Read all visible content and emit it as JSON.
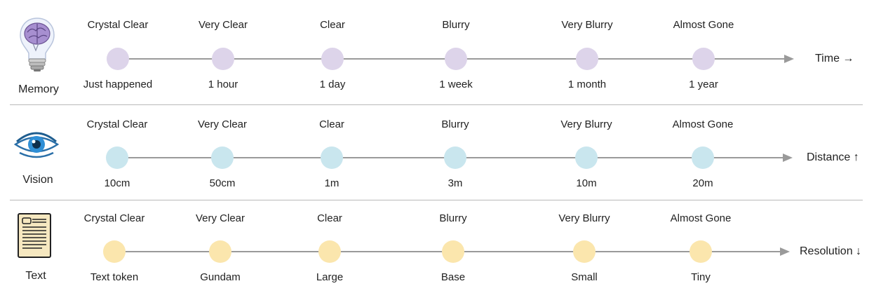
{
  "rows": [
    {
      "name": "Memory",
      "icon": "lightbulb-brain-icon",
      "dot_color": "#ddd4ea",
      "axis_title": "Time →",
      "top_labels": [
        "Crystal Clear",
        "Very Clear",
        "Clear",
        "Blurry",
        "Very Blurry",
        "Almost Gone"
      ],
      "bottom_labels": [
        "Just happened",
        "1 hour",
        "1 day",
        "1 week",
        "1 month",
        "1 year"
      ]
    },
    {
      "name": "Vision",
      "icon": "eye-icon",
      "dot_color": "#c9e6ee",
      "axis_title": "Distance ↑",
      "top_labels": [
        "Crystal Clear",
        "Very Clear",
        "Clear",
        "Blurry",
        "Very Blurry",
        "Almost Gone"
      ],
      "bottom_labels": [
        "10cm",
        "50cm",
        "1m",
        "3m",
        "10m",
        "20m"
      ]
    },
    {
      "name": "Text",
      "icon": "document-icon",
      "dot_color": "#fbe6ad",
      "axis_title": "Resolution ↓",
      "top_labels": [
        "Crystal Clear",
        "Very Clear",
        "Clear",
        "Blurry",
        "Very Blurry",
        "Almost Gone"
      ],
      "bottom_labels": [
        "Text token",
        "Gundam",
        "Large",
        "Base",
        "Small",
        "Tiny"
      ]
    }
  ]
}
